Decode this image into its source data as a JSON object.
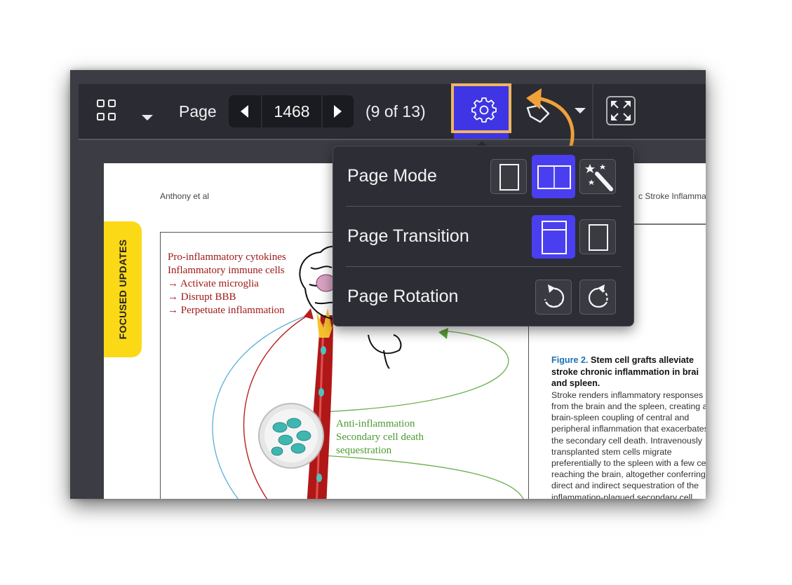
{
  "toolbar": {
    "page_label": "Page",
    "page_value": "1468",
    "page_count": "(9 of 13)",
    "icons": [
      "grid-icon",
      "chevron-down-icon",
      "caret-left-icon",
      "caret-right-icon",
      "gear-icon",
      "tag-icon",
      "fullscreen-icon"
    ],
    "accent_color": "#3f35e4",
    "highlight_color": "#efb660"
  },
  "document": {
    "header_left": "Anthony et al",
    "header_right": "c Stroke Inflammat",
    "figure": {
      "cause_lines": [
        "Pro-inflammatory cytokines",
        "Inflammatory immune cells",
        "→ Activate microglia",
        "→ Disrupt BBB",
        "→ Perpetuate inflammation"
      ],
      "effect_lines": [
        "Anti-inflammation",
        "Secondary cell death",
        "sequestration"
      ]
    },
    "caption": {
      "figure_label": "Figure 2.",
      "title": "Stem cell grafts alleviate stroke chronic inflammation in brai and spleen.",
      "body": "Stroke renders inflammatory responses from the brain and the spleen, creating a brain-spleen coupling of central and peripheral inflammation that exacerbates the secondary cell death. Intravenously transplanted stem cells migrate preferentially to the spleen with a few ce reaching the brain, altogether conferring direct and indirect sequestration of the inflammation-plagued secondary cell"
    }
  },
  "side_tab": {
    "label": "FOCUSED UPDATES",
    "color": "#fcd916"
  },
  "settings_popover": {
    "rows": [
      {
        "label": "Page Mode",
        "options": [
          "single-page",
          "two-page",
          "magic-wand"
        ],
        "selected": "two-page"
      },
      {
        "label": "Page Transition",
        "options": [
          "continuous-scroll",
          "single-page"
        ],
        "selected": "continuous-scroll"
      },
      {
        "label": "Page Rotation",
        "options": [
          "rotate-counterclockwise",
          "rotate-clockwise"
        ]
      }
    ]
  },
  "annotation": {
    "arrow_color": "#f0a23a"
  }
}
